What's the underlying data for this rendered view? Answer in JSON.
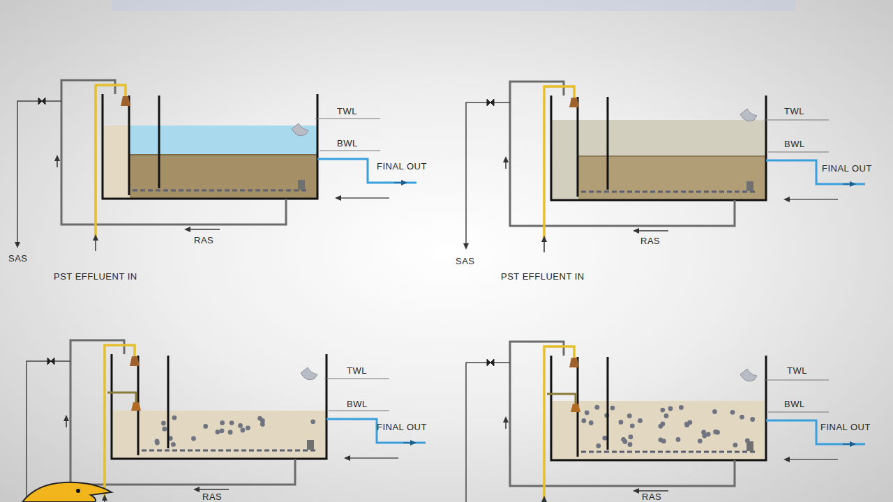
{
  "diagram": {
    "labels": [
      "TWL",
      "BWL",
      "FINAL OUT",
      "RAS",
      "SAS",
      "PST EFFLUENT IN",
      "TWL",
      "BWL",
      "FINAL OUT",
      "RAS",
      "SAS",
      "PST EFFLUENT IN",
      "TWL",
      "BWL",
      "FINAL OUT",
      "RAS",
      "TWL",
      "BWL",
      "FINAL OUT",
      "RAS"
    ]
  }
}
